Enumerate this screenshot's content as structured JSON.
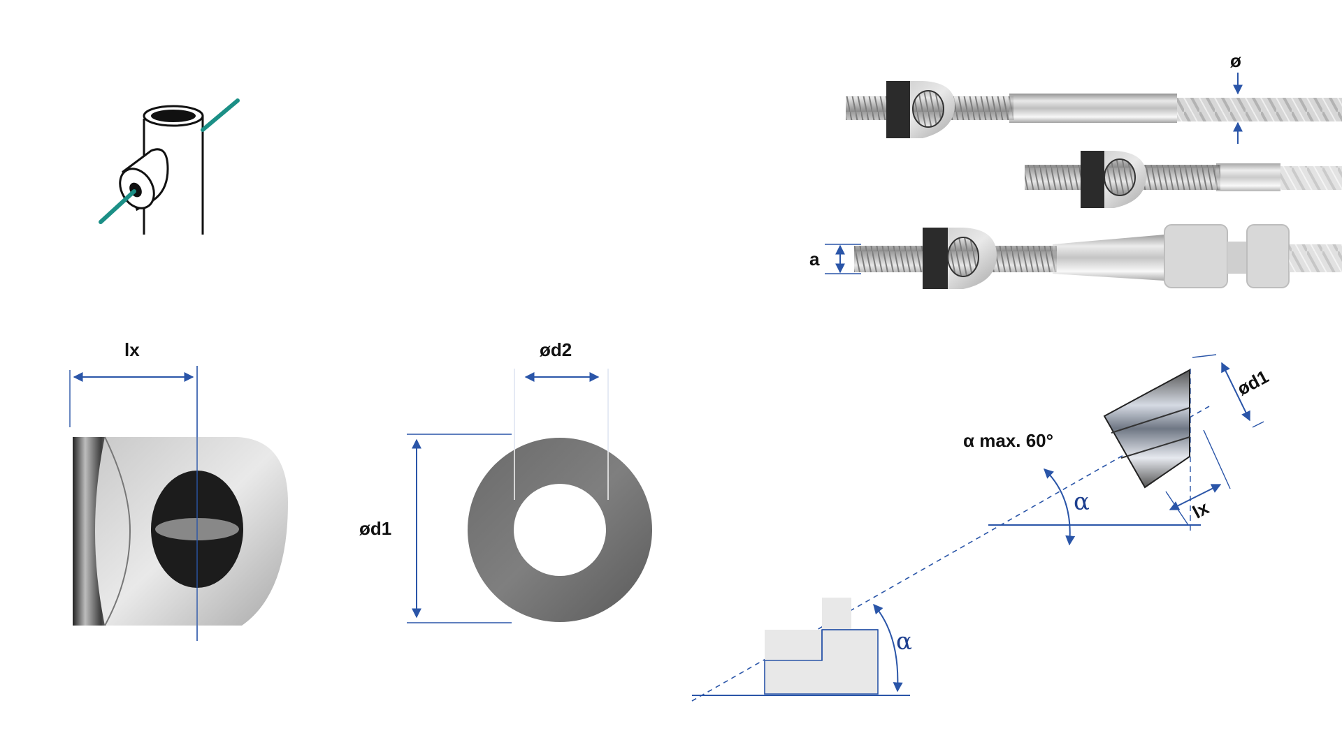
{
  "icon": {
    "name": "mounting-icon",
    "accent_color": "#1b8f86"
  },
  "labels": {
    "lx_top": "lx",
    "d2": "ød2",
    "d1_left": "ød1",
    "diameter": "ø",
    "a": "a",
    "alpha_max": "α max. 60°",
    "alpha_upper": "α",
    "alpha_lower": "α",
    "d1_right": "ød1",
    "lx_right": "lx"
  },
  "colors": {
    "dimension": "#2a55a8",
    "text": "#111111",
    "step_fill": "#e8e8e8"
  }
}
